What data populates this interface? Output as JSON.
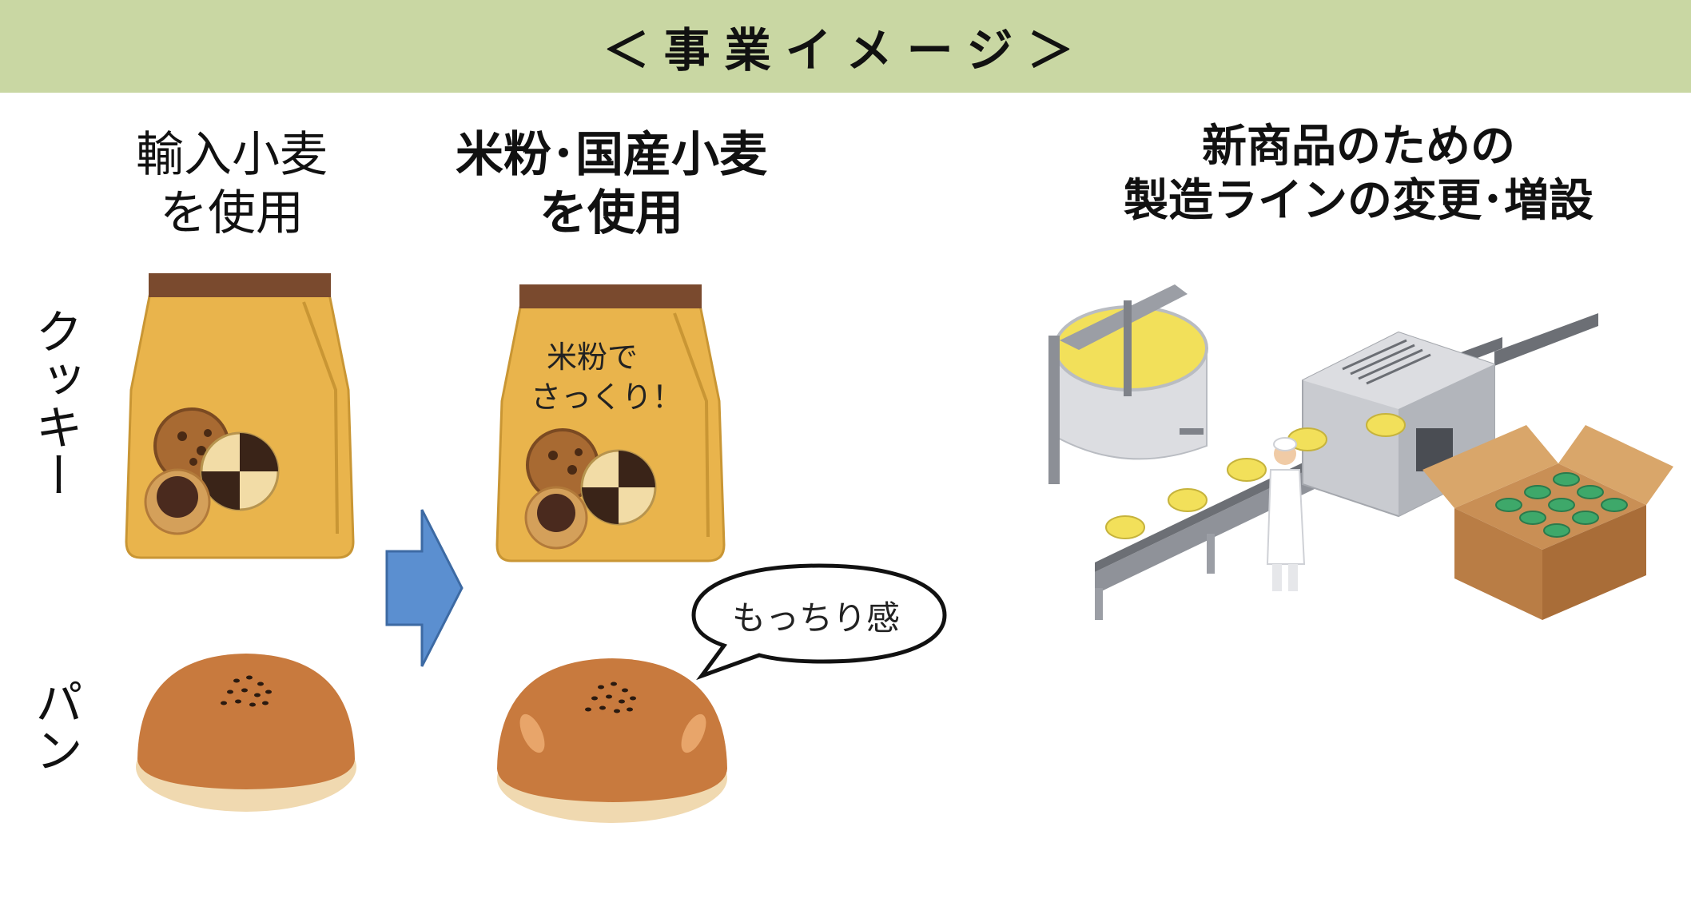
{
  "header": {
    "title": "＜事業イメージ＞"
  },
  "columns": {
    "before": {
      "line1": "輸入小麦",
      "line2": "を使用"
    },
    "after": {
      "line1": "米粉･国産小麦",
      "line2": "を使用"
    },
    "line": {
      "line1": "新商品のための",
      "line2": "製造ラインの変更･増設"
    }
  },
  "row_labels": {
    "cookie": "クッキー",
    "bread": "パン"
  },
  "rice_bag": {
    "line1": "米粉で",
    "line2": "さっくり！"
  },
  "bubble": {
    "text": "もっちり感"
  },
  "icons": {
    "arrow": "right-arrow-icon",
    "bag": "flour-bag-icon",
    "bun": "bread-bun-icon",
    "factory": "production-line-icon"
  },
  "colors": {
    "banner": "#c9d7a3",
    "arrow": "#5b8fd0",
    "bag": "#e9b44c",
    "bun": "#c87a3e"
  }
}
